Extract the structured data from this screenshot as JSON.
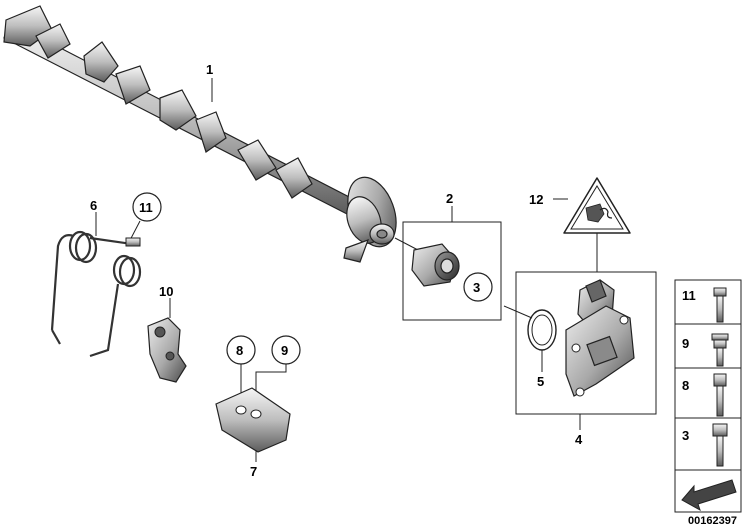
{
  "diagram": {
    "callouts": {
      "p1": "1",
      "p2": "2",
      "p3": "3",
      "p4": "4",
      "p5": "5",
      "p6": "6",
      "p7": "7",
      "p8": "8",
      "p9": "9",
      "p10": "10",
      "p11": "11",
      "p12": "12"
    },
    "legend": {
      "entries": [
        {
          "number": "11",
          "icon": "bolt-icon"
        },
        {
          "number": "9",
          "icon": "hex-flange-bolt-icon"
        },
        {
          "number": "8",
          "icon": "hex-bolt-icon"
        },
        {
          "number": "3",
          "icon": "socket-head-screw-icon"
        }
      ],
      "footer_icon": "arrow-icon"
    },
    "doc_number": "00162397"
  }
}
